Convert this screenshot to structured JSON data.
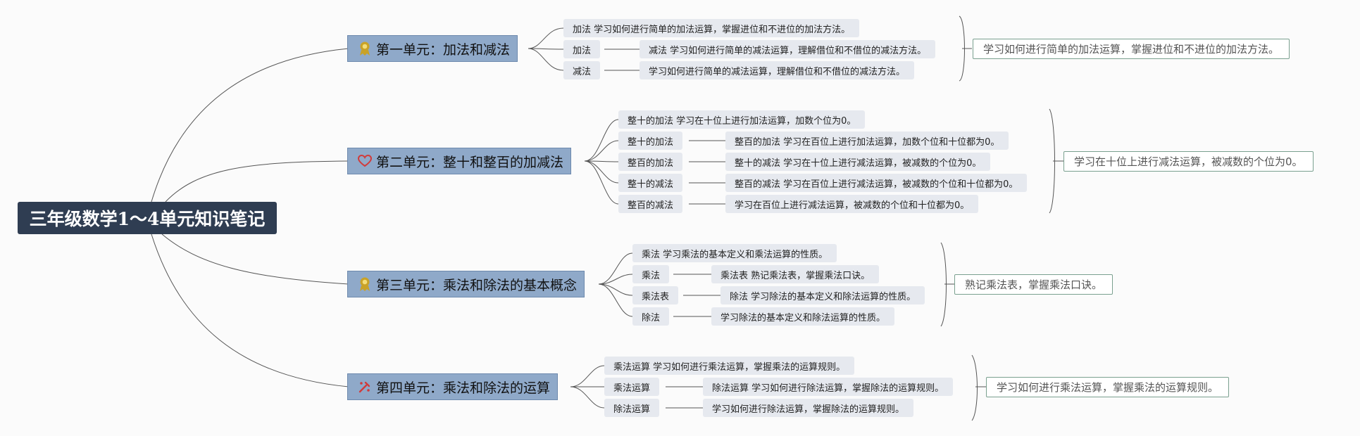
{
  "root": {
    "title": "三年级数学1～4单元知识笔记"
  },
  "units": [
    {
      "title": "第一单元：加法和减法",
      "icon": "ribbon-icon",
      "summary": "学习如何进行简单的加法运算，掌握进位和不进位的加法方法。",
      "items": [
        "加法 学习如何进行简单的加法运算，掌握进位和不进位的加法方法。",
        "加法",
        "减法 学习如何进行简单的减法运算，理解借位和不借位的减法方法。",
        "减法",
        "学习如何进行简单的减法运算，理解借位和不借位的减法方法。"
      ]
    },
    {
      "title": "第二单元：整十和整百的加减法",
      "icon": "heart-icon",
      "summary": "学习在十位上进行减法运算，被减数的个位为0。",
      "items": [
        "整十的加法 学习在十位上进行加法运算，加数个位为0。",
        "整十的加法",
        "整百的加法 学习在百位上进行加法运算，加数个位和十位都为0。",
        "整百的加法",
        "整十的减法 学习在十位上进行减法运算，被减数的个位为0。",
        "整十的减法",
        "整百的减法 学习在百位上进行减法运算，被减数的个位和十位都为0。",
        "整百的减法",
        "学习在百位上进行减法运算，被减数的个位和十位都为0。"
      ]
    },
    {
      "title": "第三单元：乘法和除法的基本概念",
      "icon": "ribbon-icon",
      "summary": "熟记乘法表，掌握乘法口诀。",
      "items": [
        "乘法 学习乘法的基本定义和乘法运算的性质。",
        "乘法",
        "乘法表 熟记乘法表，掌握乘法口诀。",
        "乘法表",
        "除法 学习除法的基本定义和除法运算的性质。",
        "除法",
        "学习除法的基本定义和除法运算的性质。"
      ]
    },
    {
      "title": "第四单元：乘法和除法的运算",
      "icon": "tools-icon",
      "summary": "学习如何进行乘法运算，掌握乘法的运算规则。",
      "items": [
        "乘法运算 学习如何进行乘法运算，掌握乘法的运算规则。",
        "乘法运算",
        "除法运算 学习如何进行除法运算，掌握除法的运算规则。",
        "除法运算",
        "学习如何进行除法运算，掌握除法的运算规则。"
      ]
    }
  ],
  "colors": {
    "root_bg": "#2f3d52",
    "unit_bg": "#8fa9c9",
    "leaf_bg": "#e6e9ef",
    "summary_border": "#7aa08f",
    "ribbon_icon": "#c9a227",
    "heart_icon": "#d13b3b",
    "tools_icon": "#d13b3b"
  }
}
